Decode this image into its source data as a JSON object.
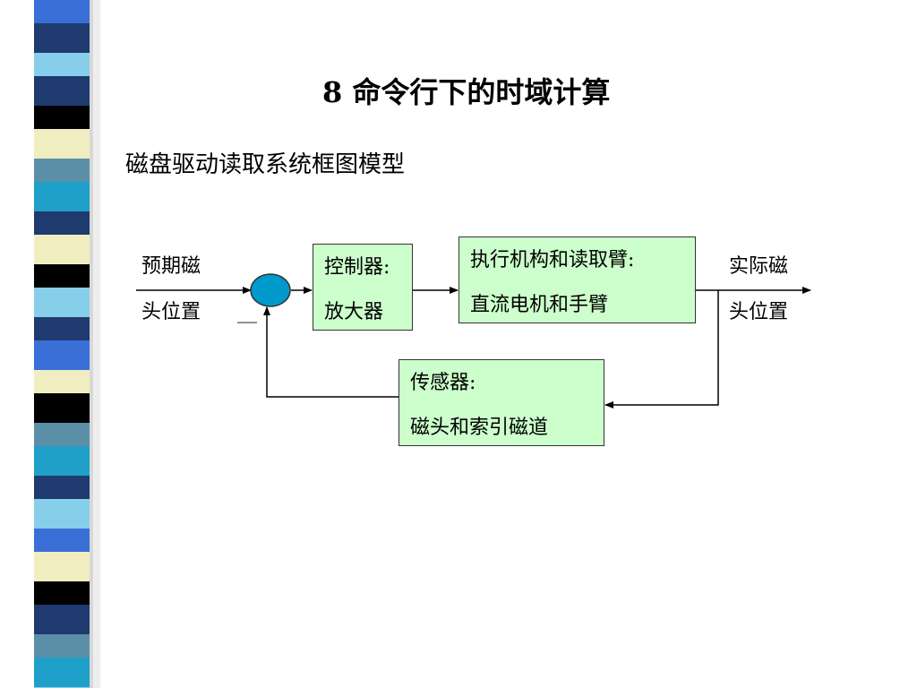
{
  "slide": {
    "title": "8 命令行下的时域计算",
    "subtitle": "磁盘驱动读取系统框图模型"
  },
  "diagram": {
    "input_label": [
      "预期磁",
      "头位置"
    ],
    "output_label": [
      "实际磁",
      "头位置"
    ],
    "minus_sign": "__",
    "controller": [
      "控制器:",
      "放大器"
    ],
    "actuator": [
      "执行机构和读取臂:",
      "直流电机和手臂"
    ],
    "sensor": [
      "传感器:",
      "磁头和索引磁道"
    ]
  },
  "colors": {
    "block_fill": "#ccffcc",
    "summing_junction": "#0099cc",
    "sidebar": [
      "#000000",
      "#1e3a6e",
      "#3a6fd8",
      "#5b8fa8",
      "#f0eec0",
      "#1fa0c8",
      "#87ceeb"
    ]
  }
}
